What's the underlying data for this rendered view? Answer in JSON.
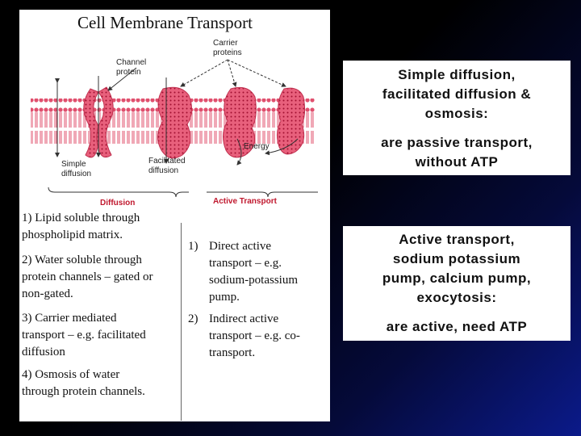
{
  "figure": {
    "title": "Cell Membrane Transport",
    "labels": {
      "channel_protein_1": "Channel",
      "channel_protein_2": "protein",
      "carrier_1": "Carrier",
      "carrier_2": "proteins",
      "energy": "Energy",
      "simple_1": "Simple",
      "simple_2": "diffusion",
      "facilitated_1": "Facilitated",
      "facilitated_2": "diffusion",
      "diffusion": "Diffusion",
      "active_transport": "Active Transport"
    },
    "passive_list": [
      {
        "line1": "1) Lipid soluble through",
        "line2": "phospholipid matrix."
      },
      {
        "line1": "2) Water soluble through",
        "line2": "protein channels – gated or",
        "line3": "non-gated."
      },
      {
        "line1": "3) Carrier mediated",
        "line2": "transport – e.g. facilitated",
        "line3": "diffusion"
      },
      {
        "line1": "4) Osmosis of water",
        "line2": "through protein channels."
      }
    ],
    "active_list": [
      {
        "num": "1)",
        "line1": "Direct active",
        "line2": "transport – e.g.",
        "line3": "sodium-potassium",
        "line4": "pump."
      },
      {
        "num": "2)",
        "line1": "Indirect active",
        "line2": "transport – e.g. co-",
        "line3": "transport."
      }
    ]
  },
  "notes": {
    "passive": {
      "l1": "Simple diffusion,",
      "l2": "facilitated diffusion &",
      "l3": "osmosis:",
      "l4": "are passive transport,",
      "l5": "without ATP"
    },
    "active": {
      "l1": "Active transport,",
      "l2": "sodium potassium",
      "l3": "pump, calcium pump,",
      "l4": "exocytosis:",
      "l5": "are active, need ATP"
    }
  },
  "colors": {
    "membrane": "#e0506e",
    "protein": "#e0506e",
    "diffusion_label": "#c0182e",
    "active_label": "#c0182e"
  }
}
